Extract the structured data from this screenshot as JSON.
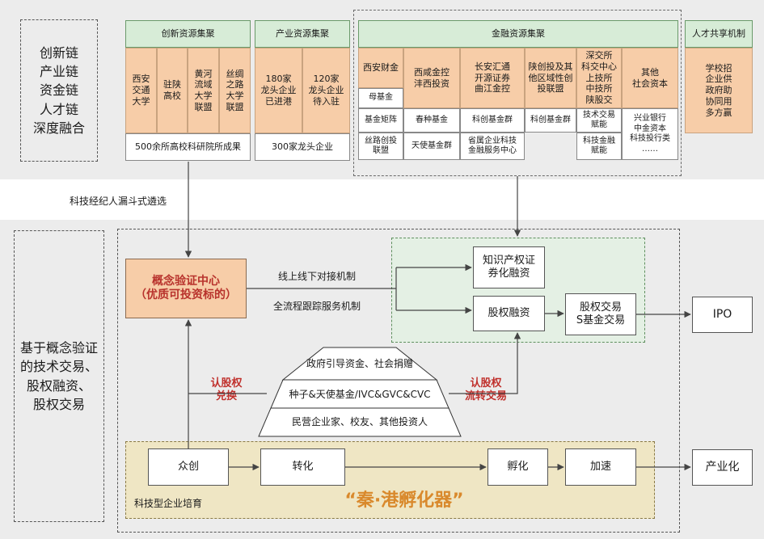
{
  "top_left_text": "创新链\n产业链\n资金链\n人才链\n深度融合",
  "innovation": {
    "header": "创新资源集聚",
    "items": [
      "西安\n交通\n大学",
      "驻陕\n高校",
      "黄河\n流域\n大学\n联盟",
      "丝绸\n之路\n大学\n联盟"
    ],
    "footer": "500余所高校科研院所成果"
  },
  "industry": {
    "header": "产业资源集聚",
    "items": [
      "180家\n龙头企业\n已进港",
      "120家\n龙头企业\n待入驻"
    ],
    "footer": "300家龙头企业"
  },
  "finance": {
    "header": "金融资源集聚",
    "columns": [
      {
        "top": "西安财金",
        "rows": [
          "母基金",
          "基金矩阵",
          "丝路创投\n联盟"
        ]
      },
      {
        "top": "西咸金控\n沣西投资",
        "rows": [
          "春种基金",
          "天使基金群"
        ]
      },
      {
        "top": "长安汇通\n开源证券\n曲江金控",
        "rows": [
          "科创基金群",
          "省属企业科技\n金融服务中心"
        ]
      },
      {
        "top": "陕创投及其\n他区域性创\n投联盟",
        "rows": [
          "科创基金群"
        ]
      },
      {
        "top": "深交所\n科交中心\n上技所\n中技所\n陕股交",
        "rows": [
          "技术交易\n赋能",
          "科技金融\n赋能"
        ]
      },
      {
        "top": "其他\n社会资本",
        "rows": [
          "兴业银行\n中金资本\n科技投行类\n……"
        ]
      }
    ]
  },
  "talent": {
    "header": "人才共享机制",
    "body": "学校招\n企业供\n政府助\n协同用\n多方赢"
  },
  "funnel_label": "科技经纪人漏斗式遴选",
  "bottom_left_text": "基于概念验证\n的技术交易、\n股权融资、\n股权交易",
  "concept_center": "概念验证中心\n（优质可投资标的）",
  "mechanism_1": "线上线下对接机制",
  "mechanism_2": "全流程跟踪服务机制",
  "ip_finance": "知识产权证\n券化融资",
  "equity_finance": "股权融资",
  "equity_trading": "股权交易\nS基金交易",
  "ipo": "IPO",
  "pyramid": [
    "政府引导资金、社会捐赠",
    "种子&天使基金/IVC&GVC&CVC",
    "民营企业家、校友、其他投资人"
  ],
  "left_red": "认股权\n兑换",
  "right_red": "认股权\n流转交易",
  "stages": [
    "众创",
    "转化",
    "孵化",
    "加速"
  ],
  "industrialization": "产业化",
  "incubation_label": "科技型企业培育",
  "incubator_name": "“秦·港孵化器”"
}
